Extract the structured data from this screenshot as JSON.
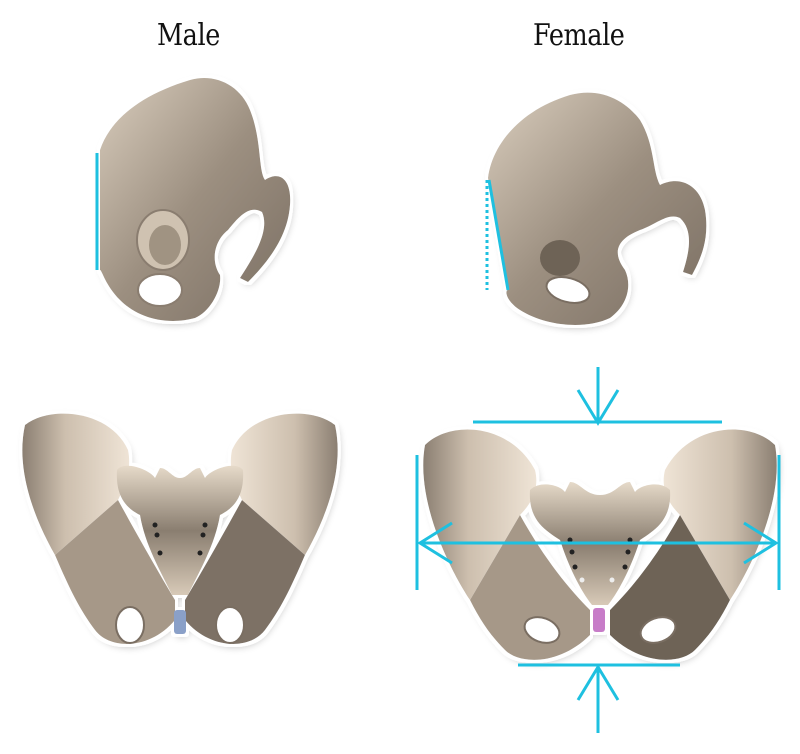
{
  "labels": {
    "male": "Male",
    "female": "Female"
  },
  "colors": {
    "measure_line": "#1ec0e0",
    "bone_light": "#e8dccb",
    "bone_mid": "#b8ab9a",
    "bone_dark": "#6e6357",
    "male_symphysis": "#8aa0c8",
    "female_symphysis": "#c77cc8"
  },
  "panels": [
    {
      "id": "male-lateral",
      "view": "lateral",
      "sex": "male",
      "annotation": "solid vertical line"
    },
    {
      "id": "female-lateral",
      "view": "lateral",
      "sex": "female",
      "annotation": "dotted vertical line with angled solid line"
    },
    {
      "id": "male-anterior",
      "view": "anterior",
      "sex": "male",
      "annotation": "none"
    },
    {
      "id": "female-anterior",
      "view": "anterior",
      "sex": "female",
      "annotation": "width and height arrows"
    }
  ]
}
